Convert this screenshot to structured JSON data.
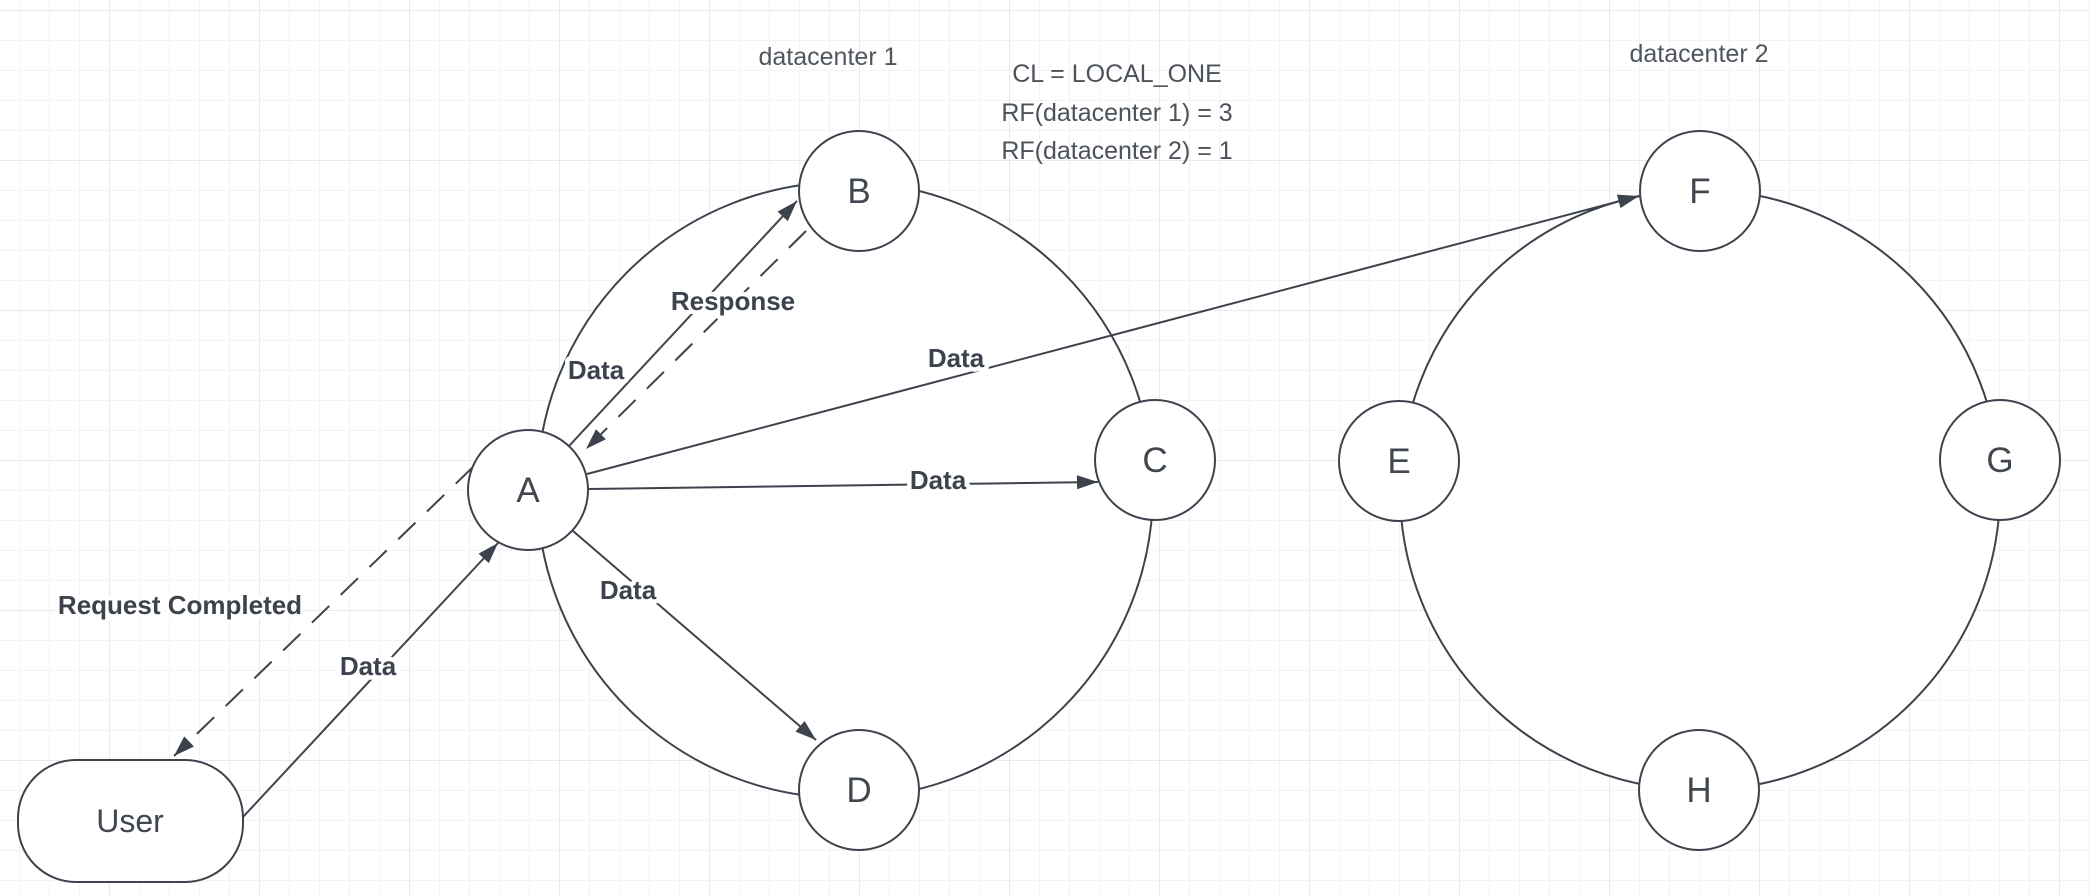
{
  "titles": {
    "dc1": "datacenter 1",
    "dc2": "datacenter 2"
  },
  "annotation": {
    "lines": [
      "CL = LOCAL_ONE",
      "RF(datacenter 1) = 3",
      "RF(datacenter 2) = 1"
    ]
  },
  "user": {
    "label": "User"
  },
  "nodes": {
    "a": "A",
    "b": "B",
    "c": "C",
    "d": "D",
    "e": "E",
    "f": "F",
    "g": "G",
    "h": "H"
  },
  "edges": {
    "user_to_a": {
      "label": "Data"
    },
    "a_to_b": {
      "label": "Data"
    },
    "b_to_a": {
      "label": "Response"
    },
    "a_to_c": {
      "label": "Data"
    },
    "a_to_d": {
      "label": "Data"
    },
    "a_to_f": {
      "label": "Data"
    },
    "a_to_user": {
      "label": "Request Completed"
    }
  },
  "colors": {
    "stroke": "#3d434d",
    "node_text": "#41474f",
    "title_text": "#50565e",
    "grid_minor": "#f2f3f5",
    "grid_major": "#e7e9ec",
    "background": "#ffffff"
  }
}
